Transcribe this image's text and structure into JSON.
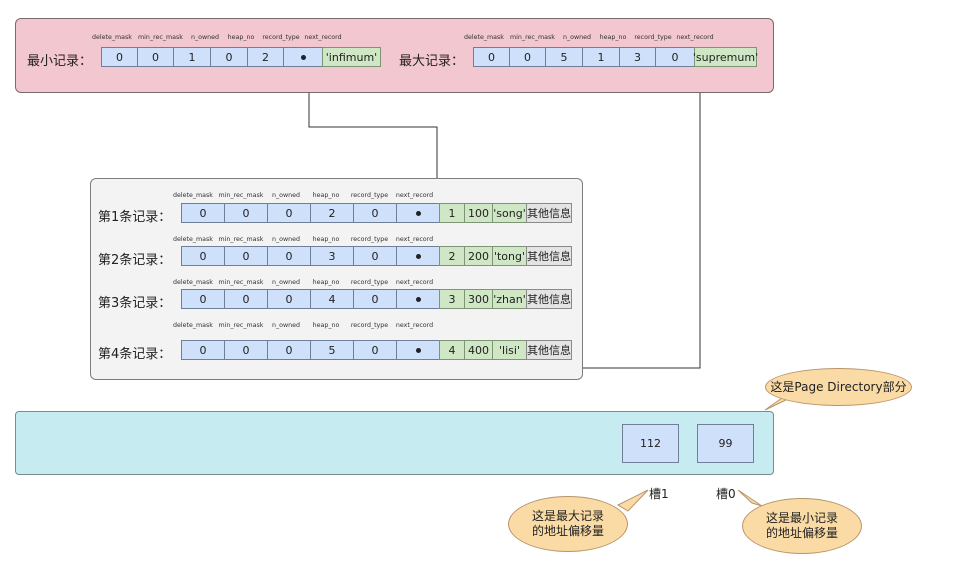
{
  "system_records": {
    "min_label": "最小记录：",
    "max_label": "最大记录：",
    "headers": [
      "delete_mask",
      "min_rec_mask",
      "n_owned",
      "heap_no",
      "record_type",
      "next_record"
    ],
    "min_values": [
      "0",
      "0",
      "1",
      "0",
      "2"
    ],
    "min_content": "'infimum'",
    "max_values": [
      "0",
      "0",
      "5",
      "1",
      "3",
      "0"
    ],
    "max_content": "'supremum'"
  },
  "user_records": {
    "headers": [
      "delete_mask",
      "min_rec_mask",
      "n_owned",
      "heap_no",
      "record_type",
      "next_record"
    ],
    "rows": [
      {
        "label": "第1条记录：",
        "header": [
          "0",
          "0",
          "0",
          "2",
          "0"
        ],
        "data": [
          "1",
          "100",
          "'song'",
          "其他信息"
        ]
      },
      {
        "label": "第2条记录：",
        "header": [
          "0",
          "0",
          "0",
          "3",
          "0"
        ],
        "data": [
          "2",
          "200",
          "'tong'",
          "其他信息"
        ]
      },
      {
        "label": "第3条记录：",
        "header": [
          "0",
          "0",
          "0",
          "4",
          "0"
        ],
        "data": [
          "3",
          "300",
          "'zhan'",
          "其他信息"
        ]
      },
      {
        "label": "第4条记录：",
        "header": [
          "0",
          "0",
          "0",
          "5",
          "0"
        ],
        "data": [
          "4",
          "400",
          "'lisi'",
          "其他信息"
        ]
      }
    ]
  },
  "page_directory": {
    "callout": "这是Page Directory部分",
    "slots": [
      {
        "value": "112",
        "label": "槽1",
        "note_line1": "这是最大记录",
        "note_line2": "的地址偏移量"
      },
      {
        "value": "99",
        "label": "槽0",
        "note_line1": "这是最小记录",
        "note_line2": "的地址偏移量"
      }
    ]
  }
}
